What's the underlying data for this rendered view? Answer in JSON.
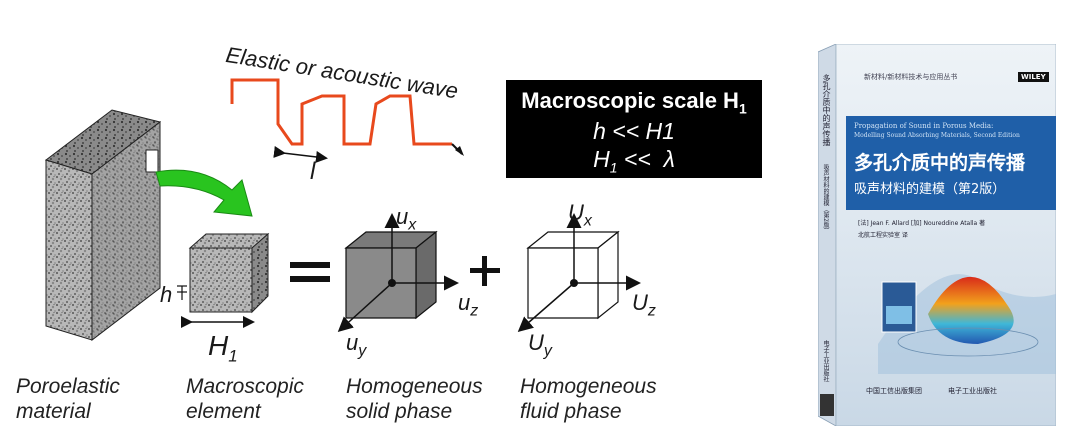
{
  "wave_label": "Elastic or acoustic wave",
  "wavelength_symbol": "l",
  "macro_box": {
    "title": "Macroscopic scale H",
    "title_sub": "1",
    "relation1": "h << H1",
    "relation2_a": "H",
    "relation2_sub": "1",
    "relation2_b": " <<  λ"
  },
  "element_labels": {
    "h": "h",
    "H1_main": "H",
    "H1_sub": "1",
    "equals": "=",
    "plus": "+"
  },
  "solid_axes": {
    "x": "u",
    "x_sub": "x",
    "y": "u",
    "y_sub": "y",
    "z": "u",
    "z_sub": "z"
  },
  "fluid_axes": {
    "x": "U",
    "x_sub": "x",
    "y": "U",
    "y_sub": "y",
    "z": "U",
    "z_sub": "z"
  },
  "captions": [
    {
      "line1": "Poroelastic",
      "line2": "material"
    },
    {
      "line1": "Macroscopic",
      "line2": "element"
    },
    {
      "line1": "Homogeneous",
      "line2": "solid phase"
    },
    {
      "line1": "Homogeneous",
      "line2": "fluid phase"
    }
  ],
  "colors": {
    "wave": "#e8491d",
    "arrow_green": "#29c41f",
    "book_blue": "#1f5fa8",
    "book_light": "#e6edf3"
  },
  "book": {
    "series": "新材料/新材料技术与应用丛书",
    "publisher_logo": "WILEY",
    "english_title_1": "Propagation of Sound in Porous Media:",
    "english_title_2": "Modelling Sound Absorbing Materials, Second Edition",
    "title_cn": "多孔介质中的声传播",
    "subtitle_cn": "吸声材料的建模（第2版）",
    "authors": "[法] Jean F. Allard  [加] Noureddine Atalla  著",
    "translator": "北航工程实验室  译",
    "spine_title": "多孔介质中的声传播",
    "spine_sub": "吸声材料的建模（第2版）",
    "spine_publisher": "电子工业出版社",
    "bottom_logo_1": "中国工信出版集团",
    "bottom_logo_2": "电子工业出版社"
  }
}
